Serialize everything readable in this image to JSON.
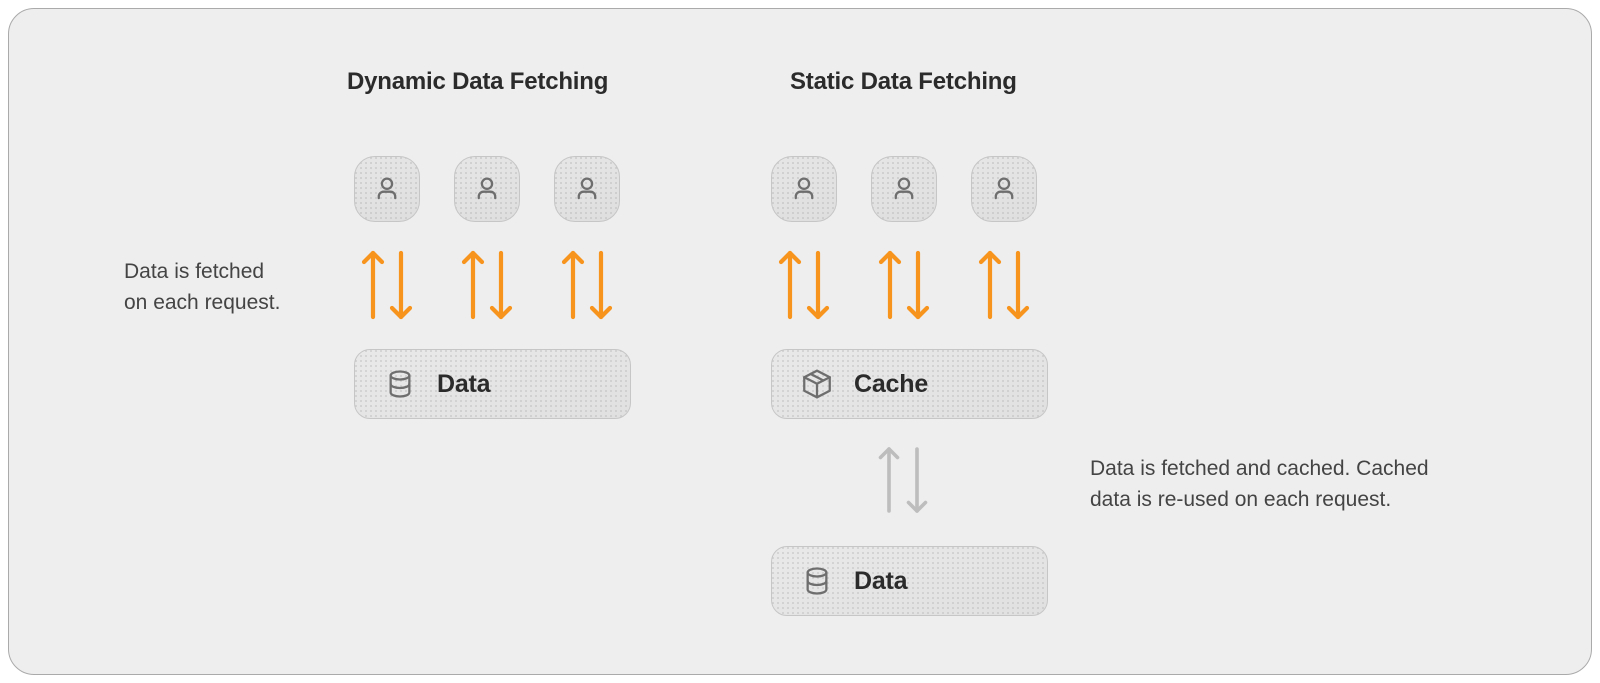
{
  "diagram": {
    "title_dynamic": "Dynamic Data Fetching",
    "title_static": "Static Data Fetching",
    "caption_left": "Data is fetched\non each request.",
    "caption_right": "Data is fetched and cached. Cached\ndata is re-used on each request.",
    "colors": {
      "background": "#eeeeee",
      "frame_border": "#aaaaaa",
      "arrow_active": "#f7941e",
      "arrow_muted": "#bdbdbd",
      "text_primary": "#2b2b2b",
      "text_secondary": "#444444",
      "node_border": "#c6c6c6",
      "icon_stroke": "#6e6e6e"
    },
    "columns": [
      {
        "name": "dynamic",
        "title": "Dynamic Data Fetching",
        "users": [
          {
            "label": "user-1",
            "icon": "user-icon"
          },
          {
            "label": "user-2",
            "icon": "user-icon"
          },
          {
            "label": "user-3",
            "icon": "user-icon"
          }
        ],
        "arrows": [
          {
            "label": "request-response-1",
            "up": "up-arrow-icon",
            "down": "down-arrow-icon",
            "color": "#f7941e"
          },
          {
            "label": "request-response-2",
            "up": "up-arrow-icon",
            "down": "down-arrow-icon",
            "color": "#f7941e"
          },
          {
            "label": "request-response-3",
            "up": "up-arrow-icon",
            "down": "down-arrow-icon",
            "color": "#f7941e"
          }
        ],
        "store": {
          "label": "Data",
          "icon": "database-icon"
        }
      },
      {
        "name": "static",
        "title": "Static Data Fetching",
        "users": [
          {
            "label": "user-1",
            "icon": "user-icon"
          },
          {
            "label": "user-2",
            "icon": "user-icon"
          },
          {
            "label": "user-3",
            "icon": "user-icon"
          }
        ],
        "arrows": [
          {
            "label": "request-response-1",
            "up": "up-arrow-icon",
            "down": "down-arrow-icon",
            "color": "#f7941e"
          },
          {
            "label": "request-response-2",
            "up": "up-arrow-icon",
            "down": "down-arrow-icon",
            "color": "#f7941e"
          },
          {
            "label": "request-response-3",
            "up": "up-arrow-icon",
            "down": "down-arrow-icon",
            "color": "#f7941e"
          }
        ],
        "store": {
          "label": "Cache",
          "icon": "package-icon"
        },
        "secondary_arrow": {
          "label": "cache-fill",
          "up": "up-arrow-icon",
          "down": "down-arrow-icon",
          "color": "#bdbdbd"
        },
        "secondary_store": {
          "label": "Data",
          "icon": "database-icon"
        }
      }
    ]
  }
}
